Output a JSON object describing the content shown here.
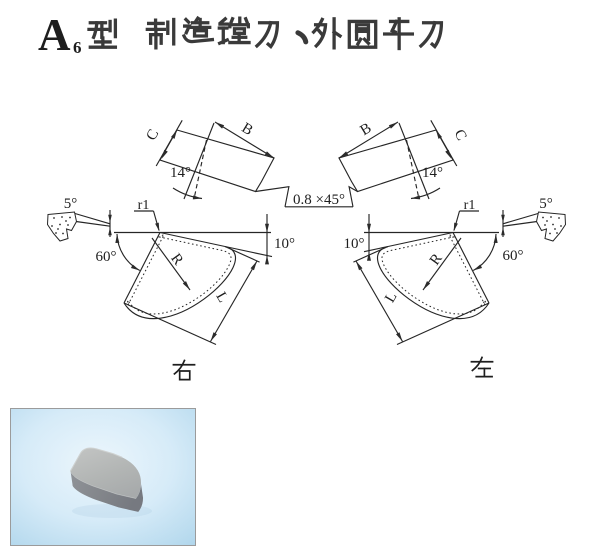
{
  "title": {
    "series_letter": "A",
    "series_subscript": "6",
    "series_suffix": "型",
    "name": "制造镗刀、外圆车刀",
    "full_text": "A6型 制造镗刀、外圆车刀"
  },
  "labels": {
    "width": "B",
    "thickness": "C",
    "face_angle": "14°",
    "clearance_angle": "5°",
    "nose_angle": "60°",
    "edge_angle": "10°",
    "nose_radius": "r1",
    "radius": "R",
    "length": "L",
    "chamfer": "0.8 ×45°"
  },
  "captions": {
    "right_view": "右",
    "left_view": "左"
  },
  "colors": {
    "line": "#2b2b2b",
    "title": "#3a3a3a",
    "photo_border": "#9b9b9b",
    "photo_bg_light": "#eef7fd",
    "photo_bg_mid": "#c9e4f4",
    "photo_bg_dark": "#a2cde8",
    "insert_top_light": "#c6c8c7",
    "insert_top_dark": "#a9acad",
    "insert_side_light": "#94979b",
    "insert_side_dark": "#7d8084"
  }
}
